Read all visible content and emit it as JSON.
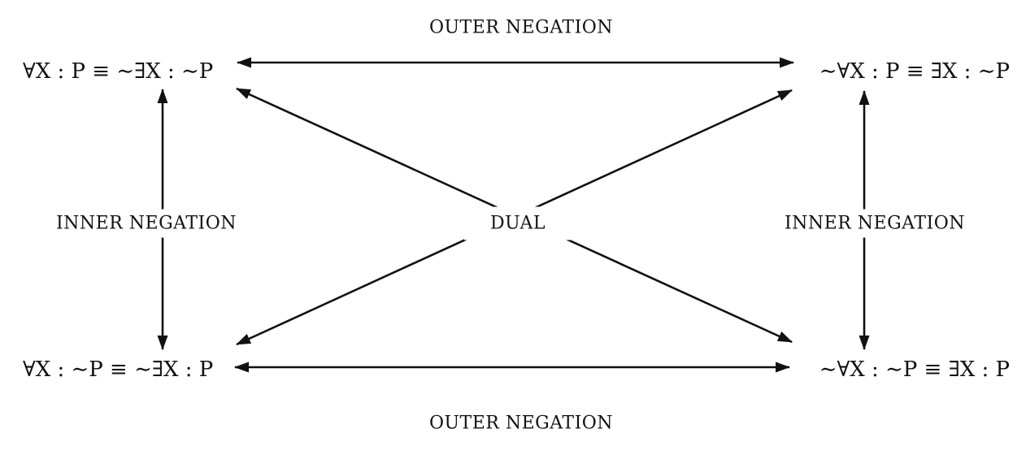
{
  "diagram": {
    "corners": {
      "top_left": "∀X : P ≡ ∼∃X : ∼P",
      "top_right": "∼∀X : P ≡ ∃X : ∼P",
      "bottom_left": "∀X : ∼P ≡ ∼∃X : P",
      "bottom_right": "∼∀X : ∼P ≡ ∃X : P"
    },
    "labels": {
      "outer_negation_top": "OUTER NEGATION",
      "outer_negation_bottom": "OUTER NEGATION",
      "inner_negation_left": "INNER NEGATION",
      "inner_negation_right": "INNER NEGATION",
      "dual": "DUAL"
    },
    "edges": [
      {
        "label": "OUTER NEGATION",
        "from": "top_left",
        "to": "top_right",
        "style": "double-headed-arrow"
      },
      {
        "label": "OUTER NEGATION",
        "from": "bottom_left",
        "to": "bottom_right",
        "style": "double-headed-arrow"
      },
      {
        "label": "INNER NEGATION",
        "from": "top_left",
        "to": "bottom_left",
        "style": "double-headed-arrow"
      },
      {
        "label": "INNER NEGATION",
        "from": "top_right",
        "to": "bottom_right",
        "style": "double-headed-arrow"
      },
      {
        "label": "DUAL",
        "from": "top_left",
        "to": "bottom_right",
        "style": "double-headed-arrow"
      },
      {
        "label": "DUAL",
        "from": "bottom_left",
        "to": "top_right",
        "style": "double-headed-arrow"
      }
    ],
    "colors": {
      "foreground": "#111111",
      "background": "#ffffff"
    }
  }
}
